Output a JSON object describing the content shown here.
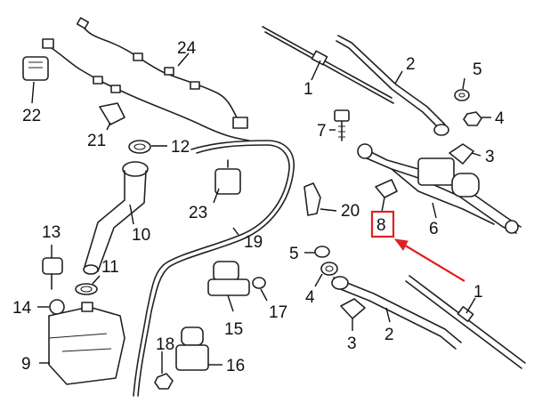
{
  "callouts": {
    "c1a": "1",
    "c1b": "1",
    "c2a": "2",
    "c2b": "2",
    "c3a": "3",
    "c3b": "3",
    "c4a": "4",
    "c4b": "4",
    "c5a": "5",
    "c5b": "5",
    "c6": "6",
    "c7": "7",
    "c8": "8",
    "c9": "9",
    "c10": "10",
    "c11": "11",
    "c12": "12",
    "c13": "13",
    "c14": "14",
    "c15": "15",
    "c16": "16",
    "c17": "17",
    "c18": "18",
    "c19": "19",
    "c20": "20",
    "c21": "21",
    "c22": "22",
    "c23": "23",
    "c24": "24"
  },
  "highlight": {
    "color": "#e02020",
    "part": "8"
  }
}
